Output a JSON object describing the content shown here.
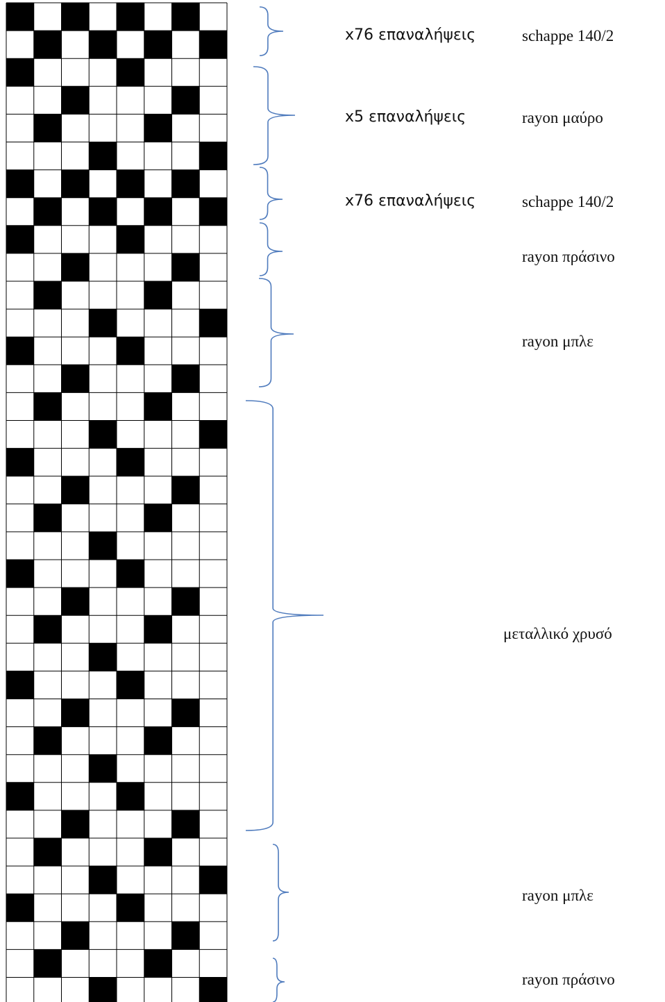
{
  "pattern": {
    "columns": 8,
    "rows": [
      [
        1,
        0,
        1,
        0,
        1,
        0,
        1,
        0
      ],
      [
        0,
        1,
        0,
        1,
        0,
        1,
        0,
        1
      ],
      [
        1,
        0,
        0,
        0,
        1,
        0,
        0,
        0
      ],
      [
        0,
        0,
        1,
        0,
        0,
        0,
        1,
        0
      ],
      [
        0,
        1,
        0,
        0,
        0,
        1,
        0,
        0
      ],
      [
        0,
        0,
        0,
        1,
        0,
        0,
        0,
        1
      ],
      [
        1,
        0,
        1,
        0,
        1,
        0,
        1,
        0
      ],
      [
        0,
        1,
        0,
        1,
        0,
        1,
        0,
        1
      ],
      [
        1,
        0,
        0,
        0,
        1,
        0,
        0,
        0
      ],
      [
        0,
        0,
        1,
        0,
        0,
        0,
        1,
        0
      ],
      [
        0,
        1,
        0,
        0,
        0,
        1,
        0,
        0
      ],
      [
        0,
        0,
        0,
        1,
        0,
        0,
        0,
        1
      ],
      [
        1,
        0,
        0,
        0,
        1,
        0,
        0,
        0
      ],
      [
        0,
        0,
        1,
        0,
        0,
        0,
        1,
        0
      ],
      [
        0,
        1,
        0,
        0,
        0,
        1,
        0,
        0
      ],
      [
        0,
        0,
        0,
        1,
        0,
        0,
        0,
        1
      ],
      [
        1,
        0,
        0,
        0,
        1,
        0,
        0,
        0
      ],
      [
        0,
        0,
        1,
        0,
        0,
        0,
        1,
        0
      ],
      [
        0,
        1,
        0,
        0,
        0,
        1,
        0,
        0
      ],
      [
        0,
        0,
        0,
        1,
        0,
        0,
        0,
        0
      ],
      [
        1,
        0,
        0,
        0,
        1,
        0,
        0,
        0
      ],
      [
        0,
        0,
        1,
        0,
        0,
        0,
        1,
        0
      ],
      [
        0,
        1,
        0,
        0,
        0,
        1,
        0,
        0
      ],
      [
        0,
        0,
        0,
        1,
        0,
        0,
        0,
        0
      ],
      [
        1,
        0,
        0,
        0,
        1,
        0,
        0,
        0
      ],
      [
        0,
        0,
        1,
        0,
        0,
        0,
        1,
        0
      ],
      [
        0,
        1,
        0,
        0,
        0,
        1,
        0,
        0
      ],
      [
        0,
        0,
        0,
        1,
        0,
        0,
        0,
        0
      ],
      [
        1,
        0,
        0,
        0,
        1,
        0,
        0,
        0
      ],
      [
        0,
        0,
        1,
        0,
        0,
        0,
        1,
        0
      ],
      [
        0,
        1,
        0,
        0,
        0,
        1,
        0,
        0
      ],
      [
        0,
        0,
        0,
        1,
        0,
        0,
        0,
        1
      ],
      [
        1,
        0,
        0,
        0,
        1,
        0,
        0,
        0
      ],
      [
        0,
        0,
        1,
        0,
        0,
        0,
        1,
        0
      ],
      [
        0,
        1,
        0,
        0,
        0,
        1,
        0,
        0
      ],
      [
        0,
        0,
        0,
        1,
        0,
        0,
        0,
        1
      ]
    ]
  },
  "colors": {
    "filled": "#000000",
    "empty": "#ffffff",
    "gridline": "#000000",
    "brace": "#4f7bbd"
  },
  "annotations": [
    {
      "repeat": "x76 επαναλήψεις",
      "material": "schappe 140/2",
      "rows_from": 1,
      "rows_to": 2
    },
    {
      "repeat": "x5 επαναλήψεις",
      "material": "rayon μαύρο",
      "rows_from": 3,
      "rows_to": 6
    },
    {
      "repeat": "x76 επαναλήψεις",
      "material": "schappe 140/2",
      "rows_from": 7,
      "rows_to": 8
    },
    {
      "repeat": "",
      "material": "rayon πράσινο",
      "rows_from": 9,
      "rows_to": 10
    },
    {
      "repeat": "",
      "material": "rayon μπλε",
      "rows_from": 11,
      "rows_to": 14
    },
    {
      "repeat": "",
      "material": "μεταλλικό χρυσό",
      "rows_from": 15,
      "rows_to": 30
    },
    {
      "repeat": "",
      "material": "rayon μπλε",
      "rows_from": 31,
      "rows_to": 34
    },
    {
      "repeat": "",
      "material": "rayon πράσινο",
      "rows_from": 35,
      "rows_to": 36
    }
  ]
}
